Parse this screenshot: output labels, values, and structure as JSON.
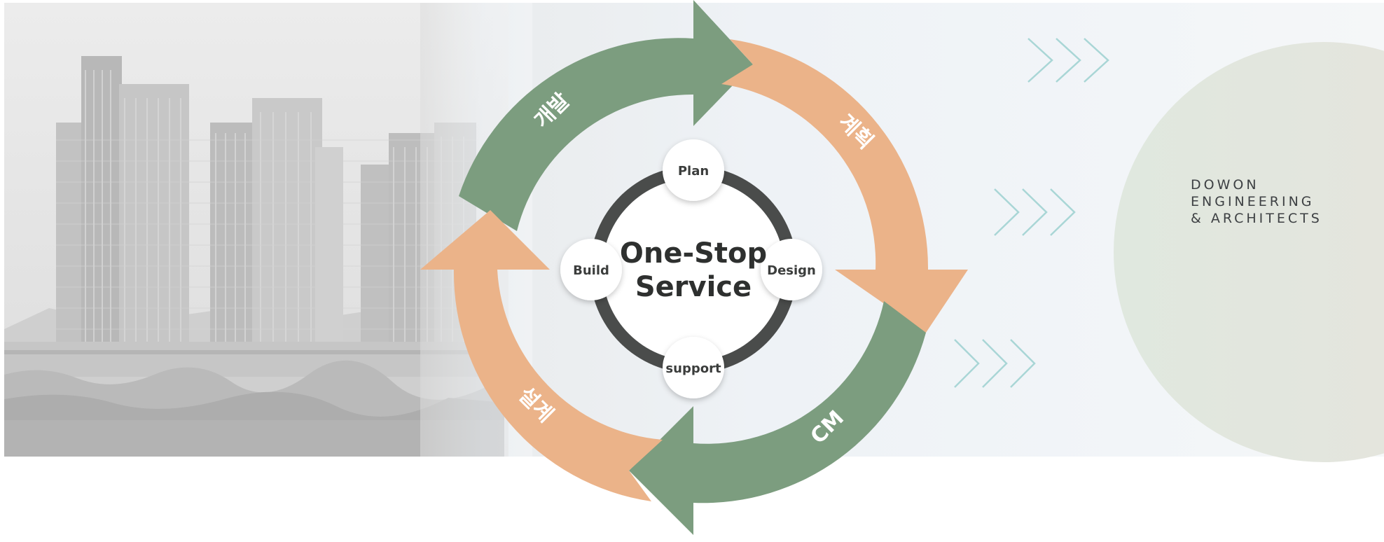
{
  "diagram": {
    "center": {
      "line1": "One-Stop",
      "line2": "Service"
    },
    "nodes": {
      "top": "Plan",
      "right": "Design",
      "bottom": "support",
      "left": "Build"
    },
    "arrows": {
      "top_left": "개발",
      "top_right": "계획",
      "bottom_right": "CM",
      "bottom_left": "설계"
    }
  },
  "company": {
    "line1": "DOWON",
    "line2": "ENGINEERING",
    "line3": "& ARCHITECTS"
  },
  "colors": {
    "green": "#7c9d7f",
    "orange": "#ebb389",
    "dark_ring": "#4a4c4b",
    "chevron": "#a9d6d6",
    "right_circle": "#dfe7dd"
  }
}
